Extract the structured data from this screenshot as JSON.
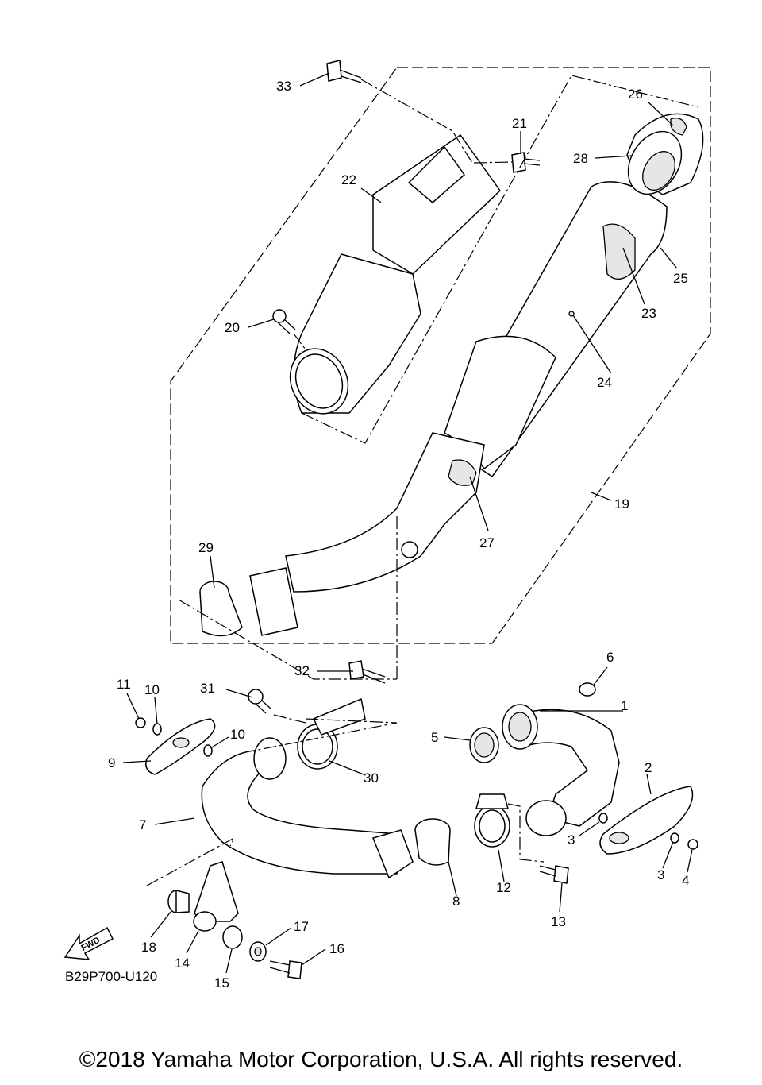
{
  "diagram": {
    "code": "B29P700-U120",
    "fwd_label": "FWD",
    "copyright": "©2018 Yamaha Motor Corporation, U.S.A. All rights reserved.",
    "callouts": [
      {
        "id": "c1",
        "text": "1"
      },
      {
        "id": "c2",
        "text": "2"
      },
      {
        "id": "c3a",
        "text": "3"
      },
      {
        "id": "c3b",
        "text": "3"
      },
      {
        "id": "c4",
        "text": "4"
      },
      {
        "id": "c5",
        "text": "5"
      },
      {
        "id": "c6",
        "text": "6"
      },
      {
        "id": "c7",
        "text": "7"
      },
      {
        "id": "c8",
        "text": "8"
      },
      {
        "id": "c9",
        "text": "9"
      },
      {
        "id": "c10a",
        "text": "10"
      },
      {
        "id": "c10b",
        "text": "10"
      },
      {
        "id": "c11",
        "text": "11"
      },
      {
        "id": "c12",
        "text": "12"
      },
      {
        "id": "c13",
        "text": "13"
      },
      {
        "id": "c14",
        "text": "14"
      },
      {
        "id": "c15",
        "text": "15"
      },
      {
        "id": "c16",
        "text": "16"
      },
      {
        "id": "c17",
        "text": "17"
      },
      {
        "id": "c18",
        "text": "18"
      },
      {
        "id": "c19",
        "text": "19"
      },
      {
        "id": "c20",
        "text": "20"
      },
      {
        "id": "c21",
        "text": "21"
      },
      {
        "id": "c22",
        "text": "22"
      },
      {
        "id": "c23",
        "text": "23"
      },
      {
        "id": "c24",
        "text": "24"
      },
      {
        "id": "c25",
        "text": "25"
      },
      {
        "id": "c26",
        "text": "26"
      },
      {
        "id": "c27",
        "text": "27"
      },
      {
        "id": "c28",
        "text": "28"
      },
      {
        "id": "c29",
        "text": "29"
      },
      {
        "id": "c30",
        "text": "30"
      },
      {
        "id": "c31",
        "text": "31"
      },
      {
        "id": "c32",
        "text": "32"
      },
      {
        "id": "c33",
        "text": "33"
      }
    ]
  }
}
